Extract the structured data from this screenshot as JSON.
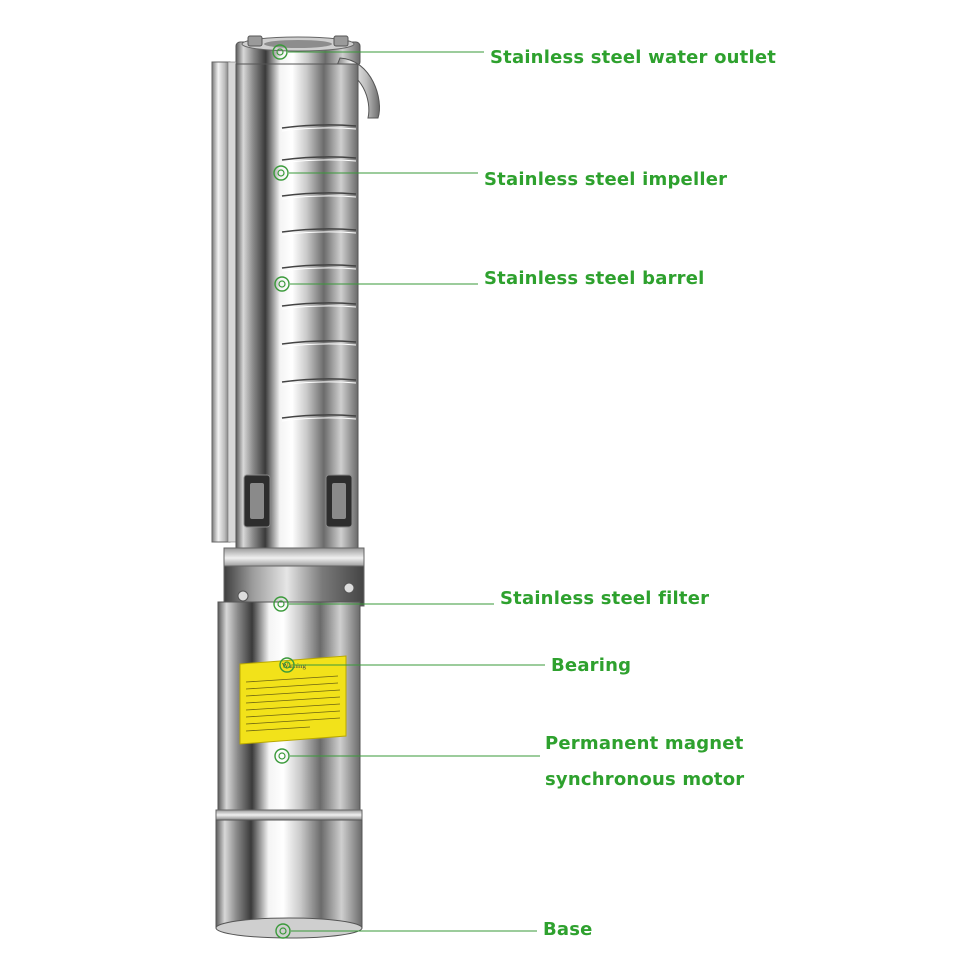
{
  "labels": {
    "outlet": "Stainless steel water outlet",
    "impeller": "Stainless steel impeller",
    "barrel": "Stainless steel barrel",
    "filter": "Stainless steel filter",
    "bearing": "Bearing",
    "motor_line1": "Permanent magnet",
    "motor_line2": "synchronous motor",
    "base": "Base"
  },
  "warning_sticker": {
    "title": "Warning"
  },
  "colors": {
    "label": "#2ea12e",
    "leader_line": "#3a9a3a",
    "sticker": "#f2e21a"
  }
}
